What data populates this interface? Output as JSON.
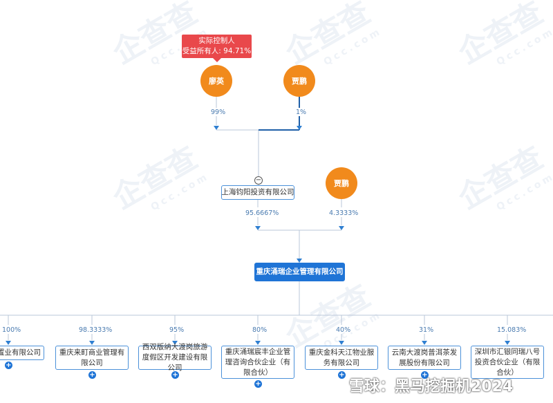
{
  "controller_badge": {
    "line1": "实际控制人",
    "line2": "受益所有人: 94.71%"
  },
  "top_people": [
    {
      "name": "廖英",
      "pct": "99%"
    },
    {
      "name": "贾鹏",
      "pct": "1%"
    }
  ],
  "mid": {
    "company": "上海钧阳投资有限公司",
    "company_pct": "95.6667%",
    "person": "贾鹏",
    "person_pct": "4.3333%"
  },
  "center_company": "重庆涌瑞企业管理有限公司",
  "subsidiaries": [
    {
      "pct": "100%",
      "name": "置业有限公司"
    },
    {
      "pct": "98.3333%",
      "name": "重庆来町商业管理有限公司"
    },
    {
      "pct": "95%",
      "name": "西双版纳大渡岗旅游度假区开发建设有限公司"
    },
    {
      "pct": "80%",
      "name": "重庆涌瑞宸丰企业管理咨询合伙企业（有限合伙）"
    },
    {
      "pct": "40%",
      "name": "重庆金科天江物业服务有限公司"
    },
    {
      "pct": "31%",
      "name": "云南大渡岗普洱茶发展股份有限公司"
    },
    {
      "pct": "15.083%",
      "name": "深圳市汇银同瑞八号投资合伙企业（有限合伙）"
    }
  ],
  "watermark": {
    "brand": "企查查",
    "sub": "Qcc.com"
  },
  "footer_watermark": "雪球：黑马挖掘机2024",
  "colors": {
    "accent": "#1f74d6",
    "person": "#f18a1c",
    "badge": "#e9484b"
  }
}
